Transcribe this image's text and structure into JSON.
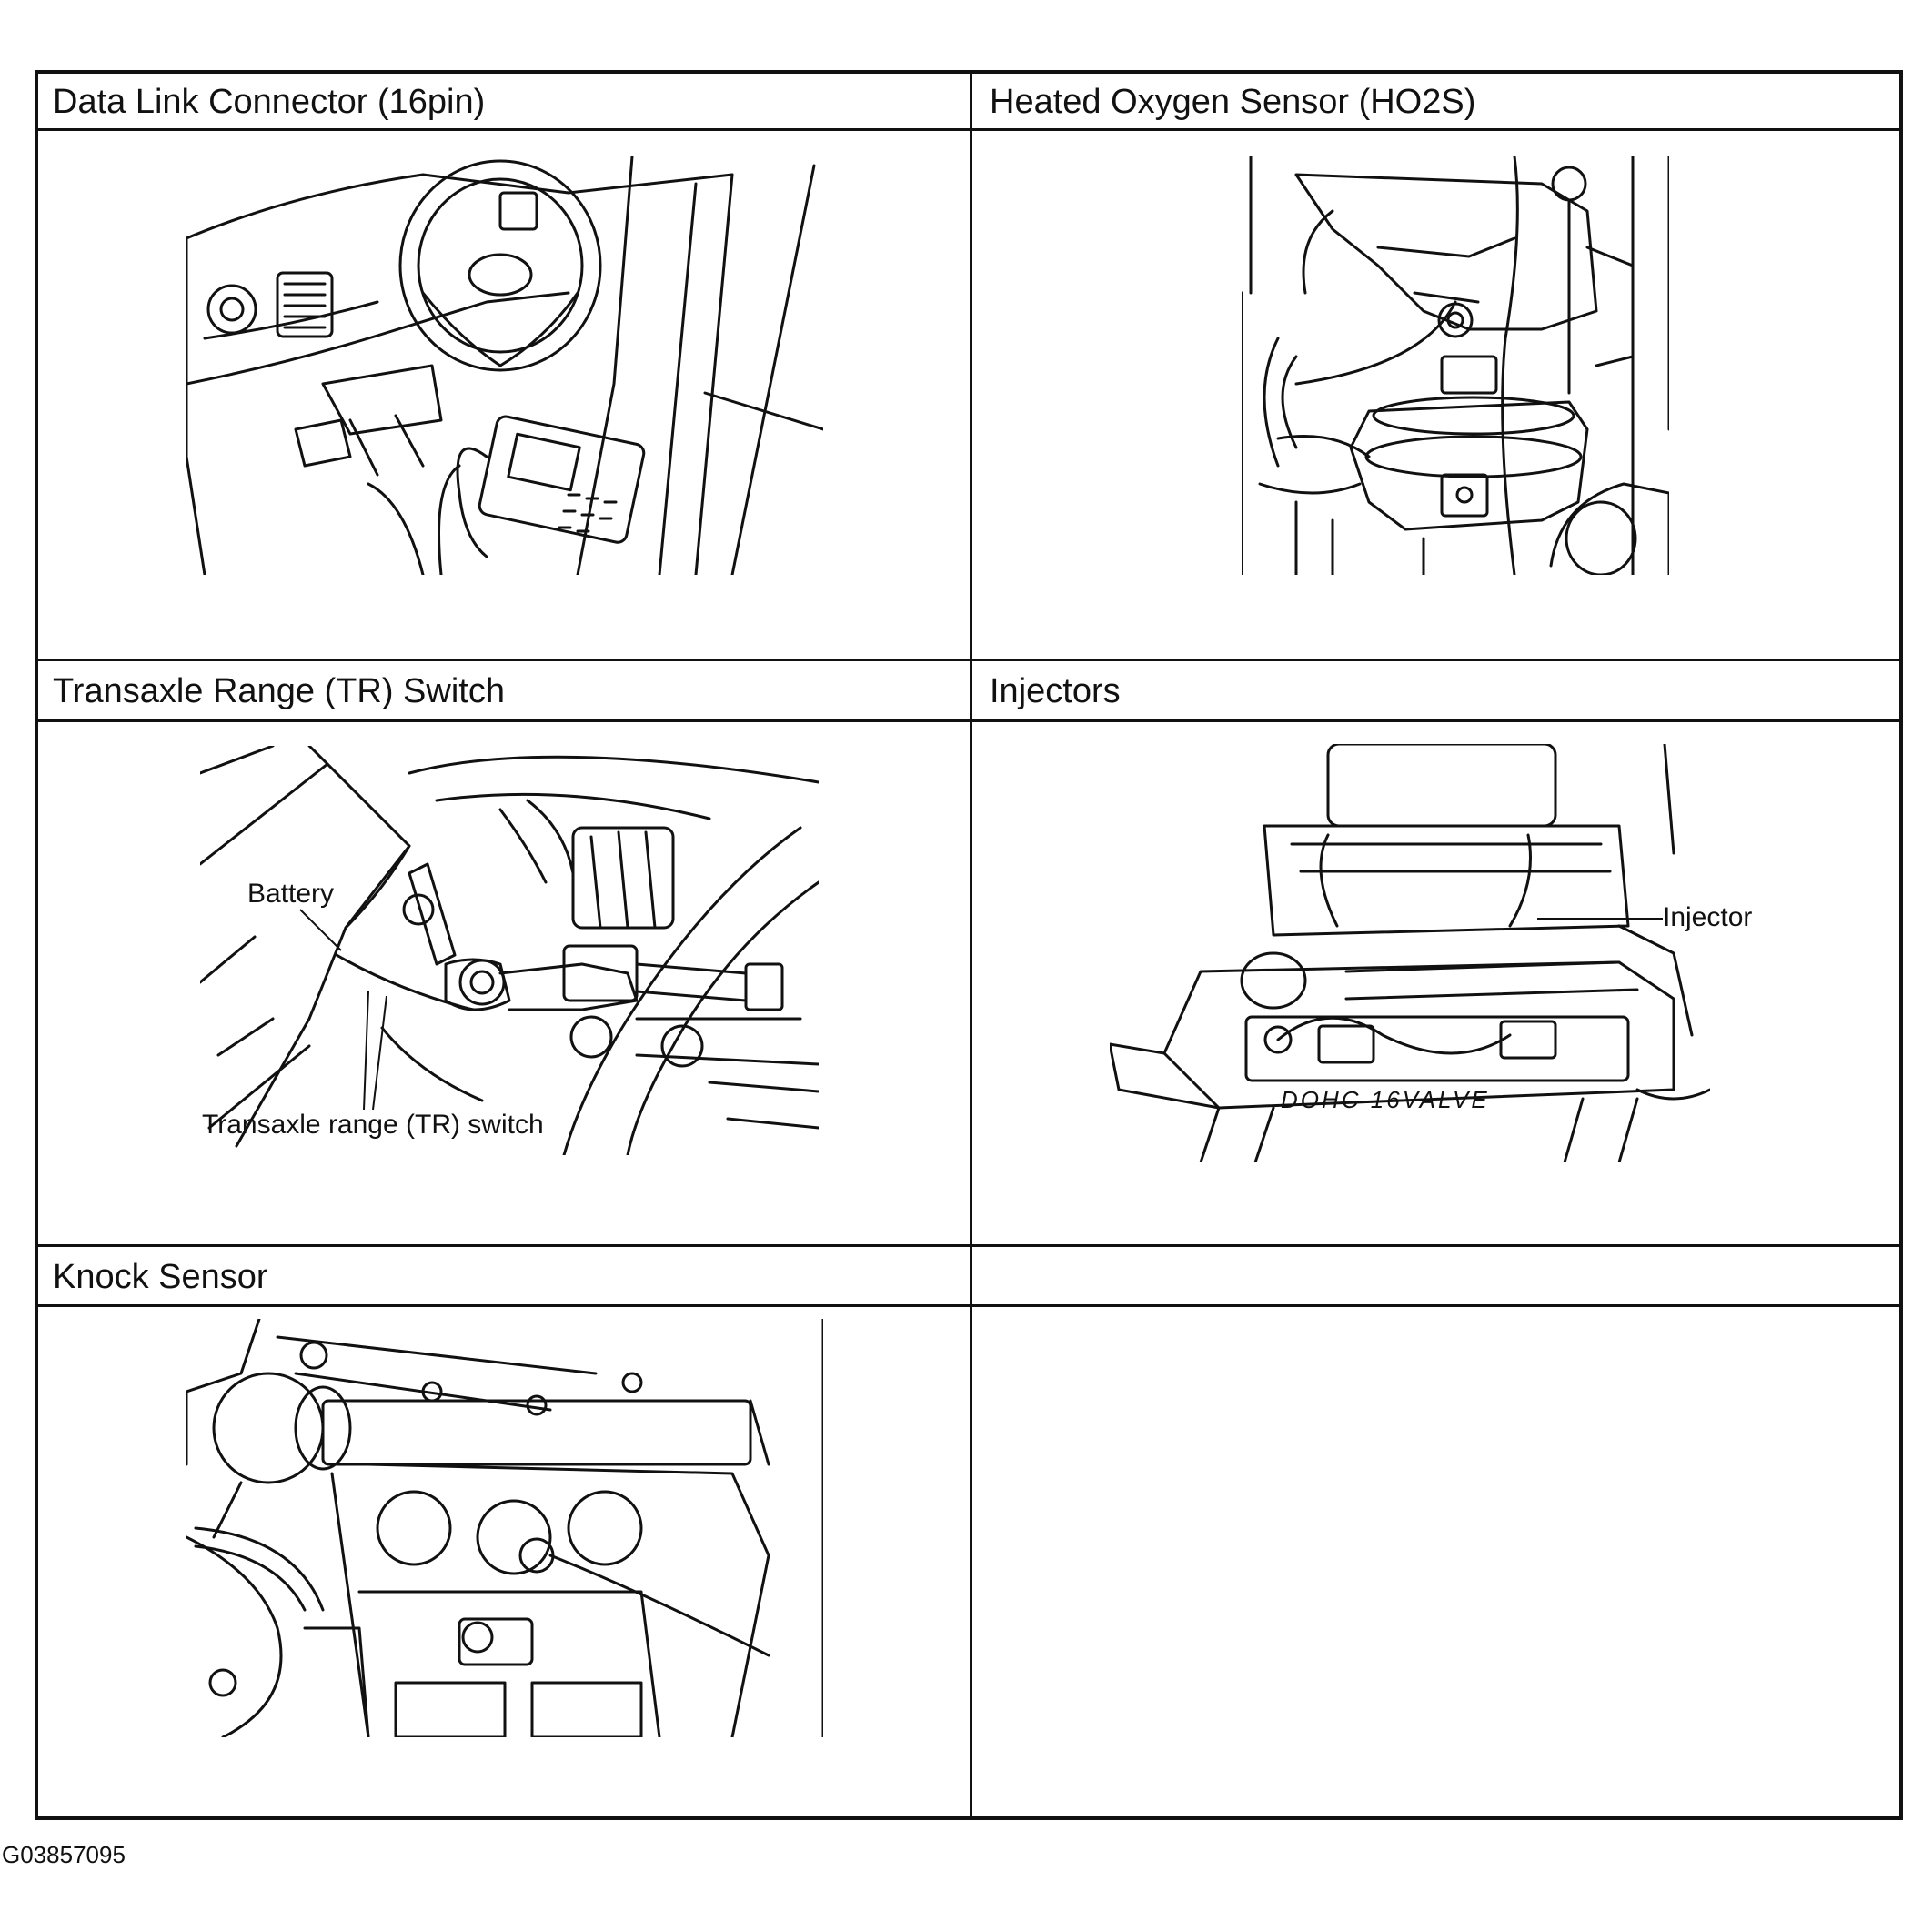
{
  "panels": {
    "data_link_connector": {
      "title": "Data Link Connector (16pin)"
    },
    "heated_oxygen_sensor": {
      "title": "Heated Oxygen Sensor (HO2S)"
    },
    "transaxle_range_switch": {
      "title": "Transaxle Range (TR) Switch",
      "callouts": {
        "battery": "Battery",
        "tr_switch": "Transaxle range (TR) switch"
      }
    },
    "injectors": {
      "title": "Injectors",
      "callouts": {
        "injector": "Injector",
        "engine_badge": "DOHC 16VALVE"
      }
    },
    "knock_sensor": {
      "title": "Knock Sensor"
    },
    "empty": {
      "title": ""
    }
  },
  "figure_id": "G03857095"
}
